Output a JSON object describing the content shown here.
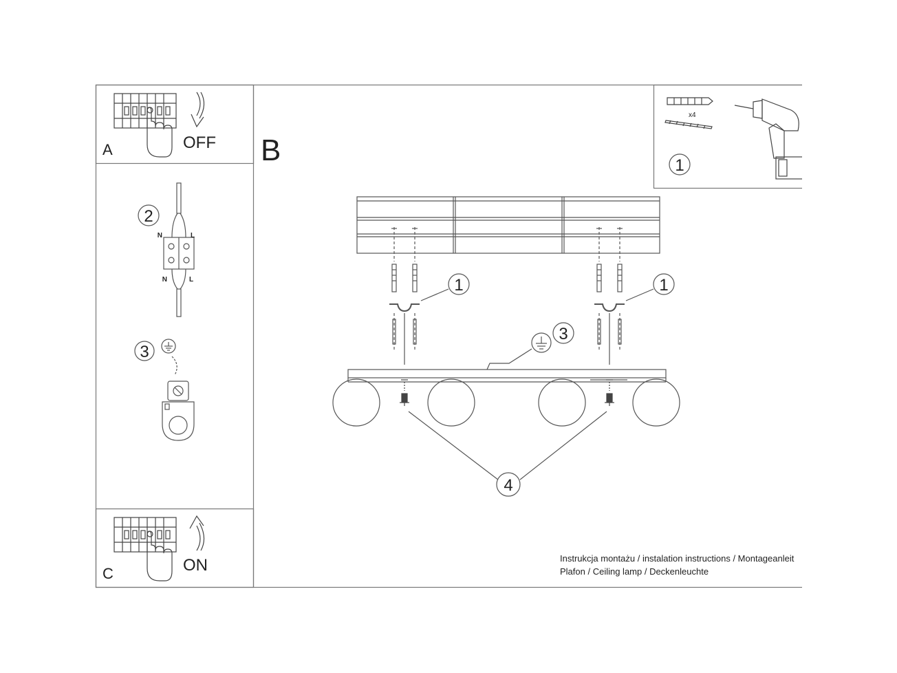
{
  "panels": {
    "a": {
      "letter": "A",
      "action": "OFF"
    },
    "b": {
      "letter": "B"
    },
    "c": {
      "letter": "C",
      "action": "ON"
    }
  },
  "accessories": {
    "quantity": "x4"
  },
  "wiring": {
    "neutral": "N",
    "live": "L"
  },
  "callouts": {
    "step1": "1",
    "step2": "2",
    "step3": "3",
    "step4": "4"
  },
  "footer": {
    "line1": "Instrukcja montażu / instalation instructions / Montageanleit",
    "line2": "Plafon / Ceiling lamp / Deckenleuchte"
  }
}
